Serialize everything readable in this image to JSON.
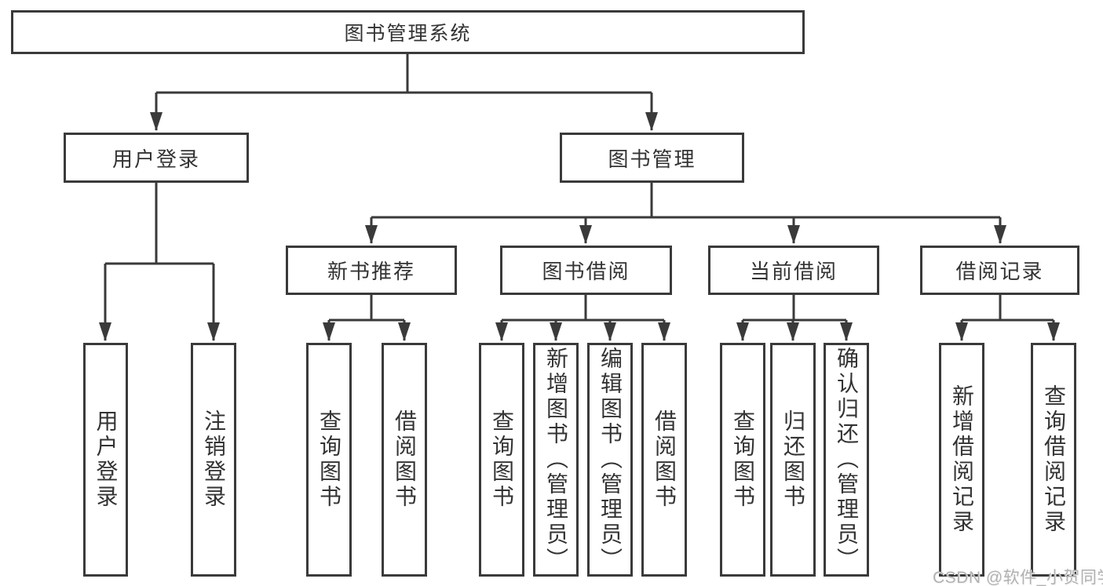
{
  "diagram": {
    "watermark": "CSDN @软件_小贺同学",
    "colors": {
      "line": "#3a3a3a",
      "text": "#333333",
      "box_background": "#ffffff",
      "watermark": "#b2b2b2"
    },
    "tree": {
      "label": "图书管理系统",
      "children": [
        {
          "label": "用户登录",
          "children": [
            {
              "label": "用户登录"
            },
            {
              "label": "注销登录"
            }
          ]
        },
        {
          "label": "图书管理",
          "children": [
            {
              "label": "新书推荐",
              "children": [
                {
                  "label": "查询图书"
                },
                {
                  "label": "借阅图书"
                }
              ]
            },
            {
              "label": "图书借阅",
              "children": [
                {
                  "label": "查询图书"
                },
                {
                  "label": "新增图书（管理员）"
                },
                {
                  "label": "编辑图书（管理员）"
                },
                {
                  "label": "借阅图书"
                }
              ]
            },
            {
              "label": "当前借阅",
              "children": [
                {
                  "label": "查询图书"
                },
                {
                  "label": "归还图书"
                },
                {
                  "label": "确认归还（管理员）"
                }
              ]
            },
            {
              "label": "借阅记录",
              "children": [
                {
                  "label": "新增借阅记录"
                },
                {
                  "label": "查询借阅记录"
                }
              ]
            }
          ]
        }
      ]
    }
  }
}
